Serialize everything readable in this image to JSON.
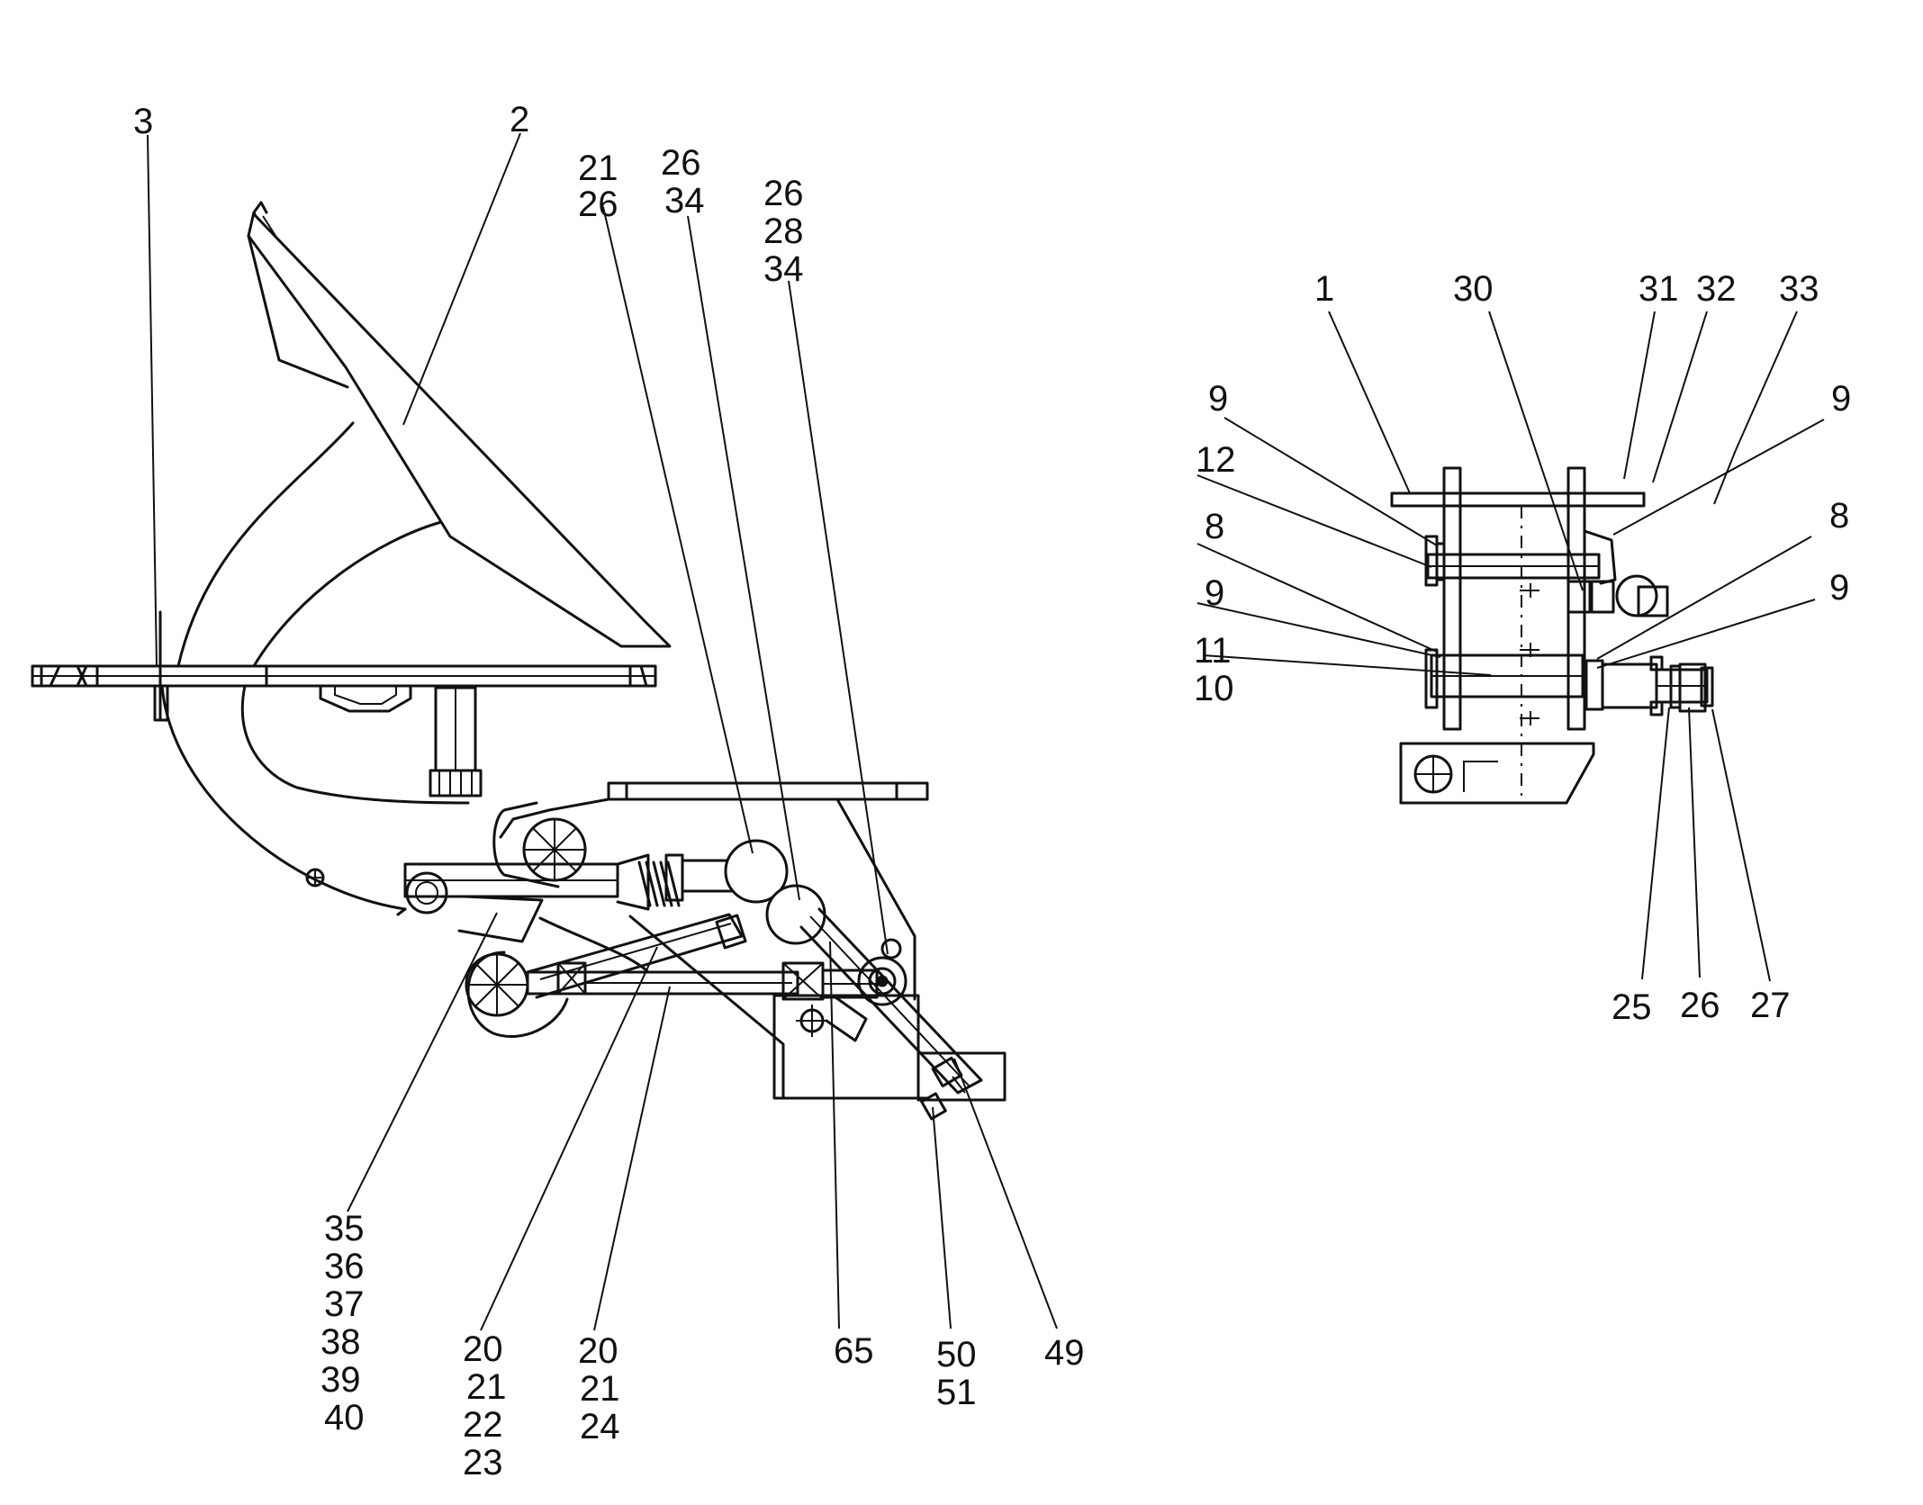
{
  "left_view": {
    "callouts": {
      "c3": "3",
      "c2": "2",
      "c21_26": [
        "21",
        "26"
      ],
      "c26_34": [
        "26",
        "34"
      ],
      "c26_28_34": [
        "26",
        "28",
        "34"
      ],
      "c35_40": [
        "35",
        "36",
        "37",
        "38",
        "39",
        "40"
      ],
      "c20_23": [
        "20",
        "21",
        "22",
        "23"
      ],
      "c20_24": [
        "20",
        "21",
        "24"
      ],
      "c65": "65",
      "c50_51": [
        "50",
        "51"
      ],
      "c49": "49"
    }
  },
  "right_view": {
    "callouts": {
      "c1": "1",
      "c30": "30",
      "c31": "31",
      "c32": "32",
      "c33": "33",
      "c9_a": "9",
      "c9_b": "9",
      "c9_c": "9",
      "c9_d": "9",
      "c12": "12",
      "c8_a": "8",
      "c8_b": "8",
      "c11_10": [
        "11",
        "10"
      ],
      "c25": "25",
      "c26": "26",
      "c27": "27"
    }
  }
}
